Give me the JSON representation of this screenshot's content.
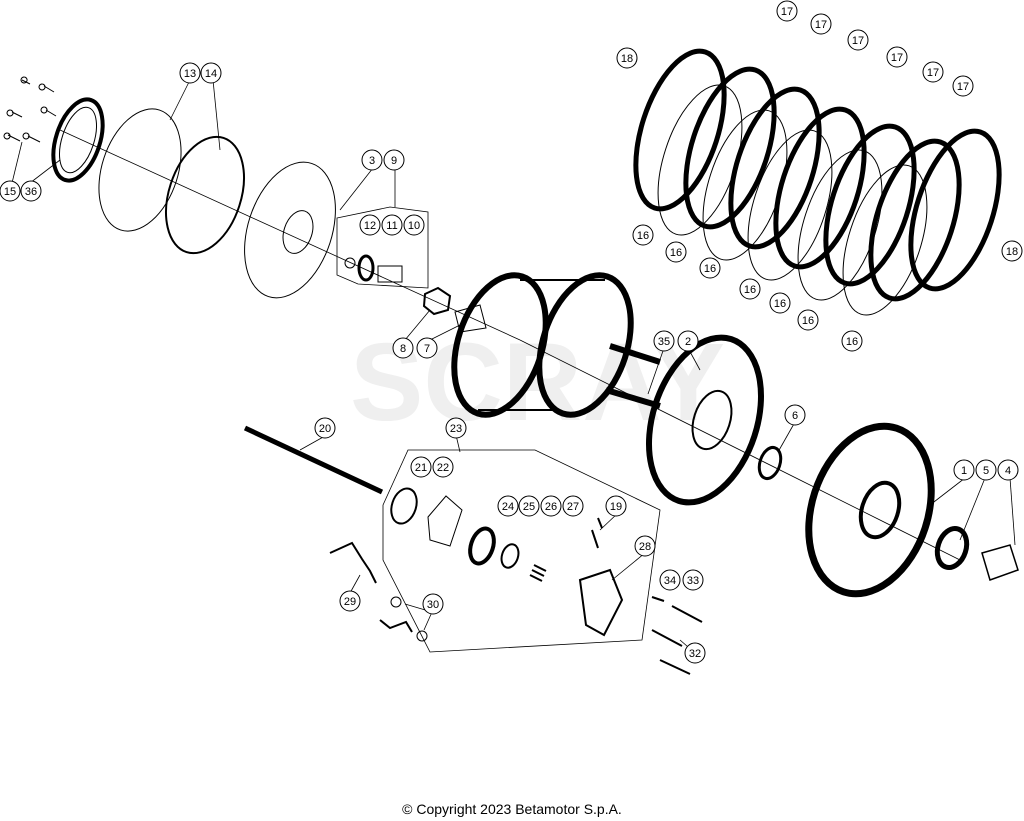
{
  "copyright": "© Copyright 2023 Betamotor S.p.A.",
  "watermark": "SCRAY",
  "callouts": [
    "1",
    "2",
    "3",
    "4",
    "5",
    "6",
    "7",
    "8",
    "9",
    "10",
    "11",
    "12",
    "13",
    "14",
    "15",
    "16",
    "17",
    "18",
    "19",
    "20",
    "21",
    "22",
    "23",
    "24",
    "25",
    "26",
    "27",
    "28",
    "29",
    "30",
    "32",
    "33",
    "34",
    "35",
    "36"
  ]
}
